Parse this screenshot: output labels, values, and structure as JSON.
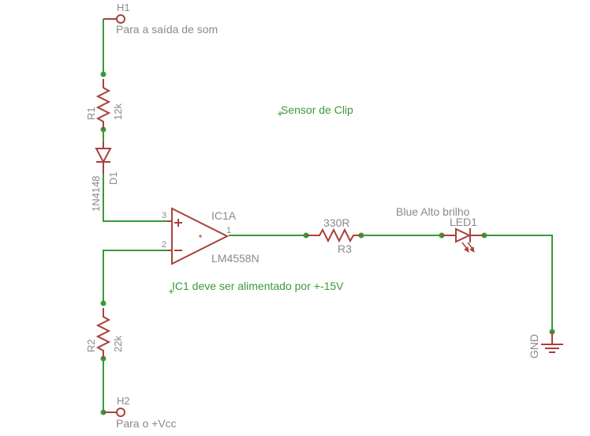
{
  "connectors": {
    "h1": {
      "ref": "H1",
      "label": "Para a saída de som"
    },
    "h2": {
      "ref": "H2",
      "label": "Para o +Vcc"
    }
  },
  "r1": {
    "ref": "R1",
    "value": "12k"
  },
  "d1": {
    "ref": "D1",
    "value": "1N4148"
  },
  "r2": {
    "ref": "R2",
    "value": "22k"
  },
  "r3": {
    "ref": "R3",
    "value": "330R"
  },
  "ic1": {
    "ref": "IC1A",
    "value": "LM4558N",
    "pin_plus": "3",
    "pin_minus": "2",
    "pin_out": "1"
  },
  "led1": {
    "ref": "LED1",
    "value": "Blue Alto brilho"
  },
  "gnd": {
    "label": "GND"
  },
  "notes": {
    "title": "Sensor de Clip",
    "supply": "IC1 deve ser alimentado por +-15V"
  },
  "colors": {
    "wire": "#3a9a3a",
    "part": "#a8423c",
    "label": "#8a8a8a"
  }
}
